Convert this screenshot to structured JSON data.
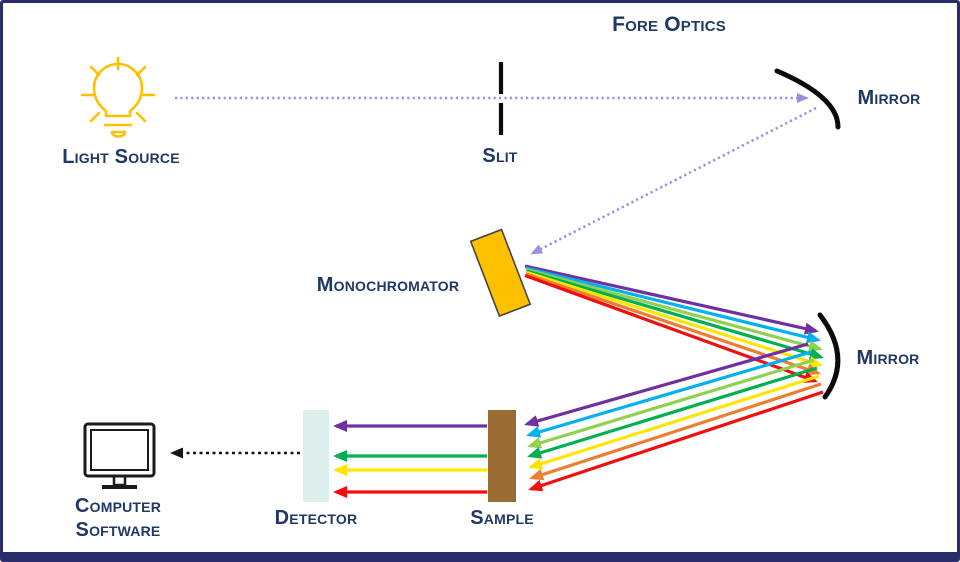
{
  "header": {
    "title": "Fore Optics"
  },
  "components": {
    "light_source": {
      "label": "Light Source"
    },
    "slit": {
      "label": "Slit"
    },
    "fore_mirror": {
      "label": "Mirror"
    },
    "monochromator": {
      "label": "Monochromator"
    },
    "focus_mirror": {
      "label": "Mirror"
    },
    "sample": {
      "label": "Sample"
    },
    "detector": {
      "label": "Detector"
    },
    "computer": {
      "label_line1": "Computer",
      "label_line2": "Software"
    }
  },
  "colors": {
    "text": "#1F3864",
    "frame": "#2B2D6B",
    "white_light_beam": "#9A90E2",
    "signal_line": "#151515",
    "optics_stroke": "#0B0B0B",
    "bulb": "#FFC000",
    "monitor": "#1A1A1A",
    "monochromator_fill": "#FFC000",
    "monochromator_stroke": "#4A4440",
    "sample_fill": "#9A6B33",
    "detector_fill": "#DCEFED",
    "rays": {
      "violet": "#7030A0",
      "blue": "#00B0F0",
      "light_green": "#92D050",
      "green": "#00B050",
      "yellow": "#FFE600",
      "orange": "#ED7D31",
      "red": "#F10E0E"
    }
  },
  "spectrum_order": [
    "violet",
    "blue",
    "light_green",
    "green",
    "yellow",
    "orange",
    "red"
  ],
  "transmitted_through_sample": [
    "violet",
    "green",
    "yellow",
    "red"
  ]
}
